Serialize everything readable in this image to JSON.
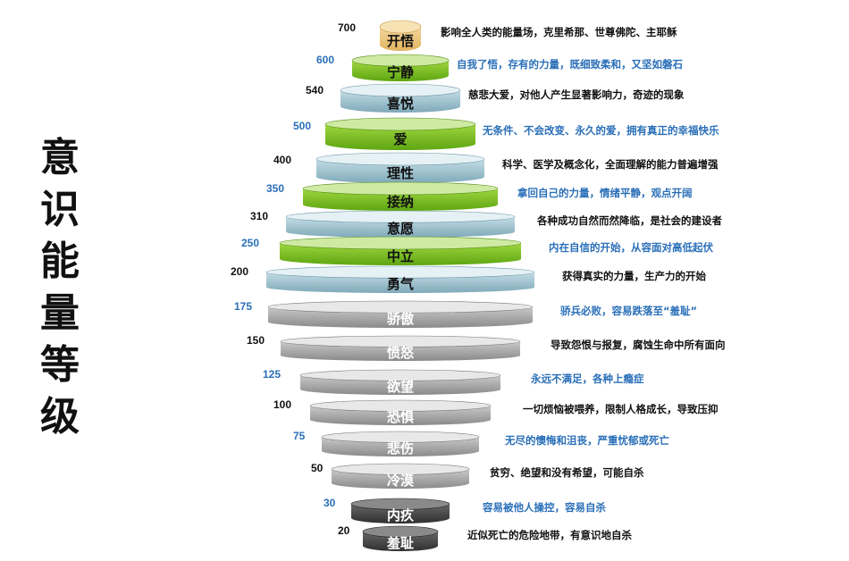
{
  "title_chars": [
    "意",
    "识",
    "能",
    "量",
    "等",
    "级"
  ],
  "colors": {
    "black_text": "#111111",
    "blue_text": "#2a6fb8",
    "green": "#79c21e",
    "lightblue": "#9fc7d6",
    "gold": "#e9c27a",
    "gray": "#a9a9a9",
    "dark": "#4a4a4a"
  },
  "tiers": [
    {
      "value": "700",
      "label": "开悟",
      "desc": "影响全人类的能量场，克里希那、世尊佛陀、主耶稣",
      "style": "gold",
      "num_color": "black"
    },
    {
      "value": "600",
      "label": "宁静",
      "desc": "自我了悟，存有的力量，既细致柔和，又坚如磐石",
      "style": "green",
      "num_color": "blue"
    },
    {
      "value": "540",
      "label": "喜悦",
      "desc": "慈悲大爱，对他人产生显著影响力，奇迹的现象",
      "style": "lightblue",
      "num_color": "black"
    },
    {
      "value": "500",
      "label": "爱",
      "desc": "无条件、不会改变、永久的爱，拥有真正的幸福快乐",
      "style": "green",
      "num_color": "blue"
    },
    {
      "value": "400",
      "label": "理性",
      "desc": "科学、医学及概念化，全面理解的能力普遍增强",
      "style": "lightblue",
      "num_color": "black"
    },
    {
      "value": "350",
      "label": "接纳",
      "desc": "拿回自己的力量，情绪平静，观点开阔",
      "style": "green",
      "num_color": "blue"
    },
    {
      "value": "310",
      "label": "意愿",
      "desc": "各种成功自然而然降临，是社会的建设者",
      "style": "lightblue",
      "num_color": "black"
    },
    {
      "value": "250",
      "label": "中立",
      "desc": "内在自信的开始，从容面对高低起伏",
      "style": "green",
      "num_color": "blue"
    },
    {
      "value": "200",
      "label": "勇气",
      "desc": "获得真实的力量，生产力的开始",
      "style": "lightblue",
      "num_color": "black"
    },
    {
      "value": "175",
      "label": "骄傲",
      "desc": "骄兵必败，容易跌落至“羞耻”",
      "style": "gray",
      "num_color": "blue"
    },
    {
      "value": "150",
      "label": "愤怒",
      "desc": "导致怨恨与报复，腐蚀生命中所有面向",
      "style": "gray",
      "num_color": "black"
    },
    {
      "value": "125",
      "label": "欲望",
      "desc": "永远不满足，各种上瘾症",
      "style": "gray",
      "num_color": "blue"
    },
    {
      "value": "100",
      "label": "恐惧",
      "desc": "一切烦恼被喂养，限制人格成长，导致压抑",
      "style": "gray",
      "num_color": "black"
    },
    {
      "value": "75",
      "label": "悲伤",
      "desc": "无尽的懊悔和沮丧，严重忧郁或死亡",
      "style": "gray",
      "num_color": "blue"
    },
    {
      "value": "50",
      "label": "冷漠",
      "desc": "贫穷、绝望和没有希望，可能自杀",
      "style": "gray",
      "num_color": "black"
    },
    {
      "value": "30",
      "label": "内疚",
      "desc": "容易被他人操控，容易自杀",
      "style": "dark",
      "num_color": "blue"
    },
    {
      "value": "20",
      "label": "羞耻",
      "desc": "近似死亡的危险地带，有意识地自杀",
      "style": "dark",
      "num_color": "black"
    }
  ]
}
